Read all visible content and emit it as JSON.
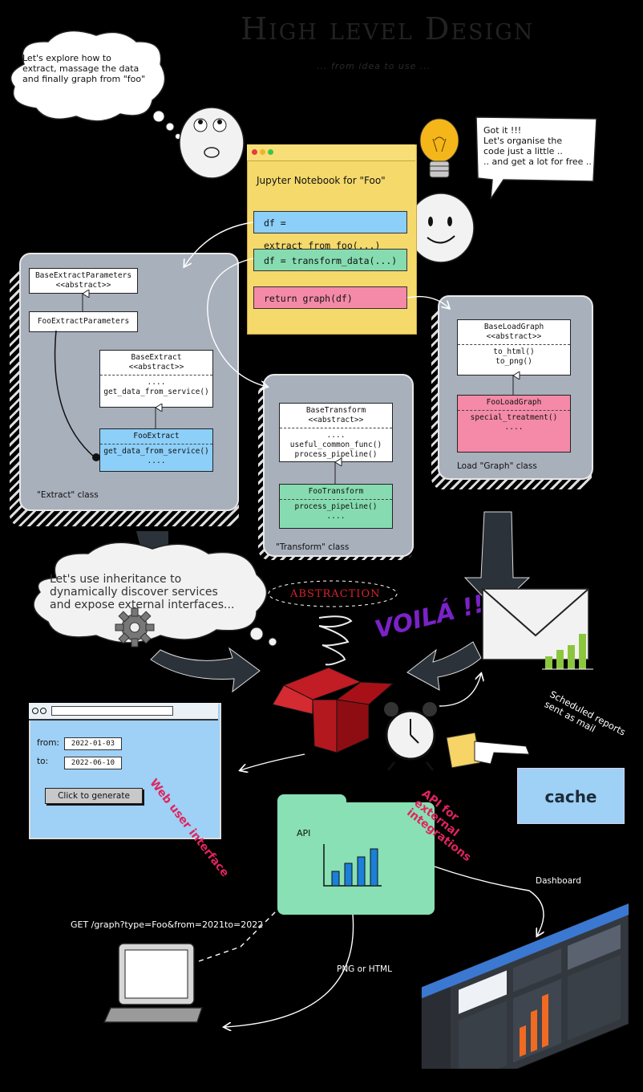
{
  "title": "High level Design",
  "subtitle": "... from idea to use ...",
  "intro_cloud": "Let's explore how to\nextract, massage the data\nand finally graph from \"foo\"",
  "organize_bubble": "Got it !!!\nLet's organise the\ncode just a little ..\n.. and get a lot for free ..",
  "notebook": {
    "title": "Jupyter Notebook for \"Foo\"",
    "cells": [
      {
        "text": "df = extract_from_foo(...)",
        "color": "#8ccff8"
      },
      {
        "text": "df = transform_data(...)",
        "color": "#86dcb0"
      },
      {
        "text": "return graph(df)",
        "color": "#f48aa7"
      }
    ]
  },
  "extract": {
    "base_params": "BaseExtractParameters",
    "base_params_stereo": "<<abstract>>",
    "foo_params": "FooExtractParameters",
    "base": "BaseExtract",
    "base_stereo": "<<abstract>>",
    "dots": "....",
    "base_method": "get_data_from_service()",
    "foo": "FooExtract",
    "foo_method": "get_data_from_service()",
    "caption": "\"Extract\" class"
  },
  "transform": {
    "base": "BaseTransform",
    "base_stereo": "<<abstract>>",
    "dots": "....",
    "m1": "useful_common_func()",
    "m2": "process_pipeline()",
    "foo": "FooTransform",
    "foo_method": "process_pipeline()",
    "caption": "\"Transform\" class"
  },
  "load": {
    "base": "BaseLoadGraph",
    "base_stereo": "<<abstract>>",
    "m1": "to_html()",
    "m2": "to_png()",
    "foo": "FooLoadGraph",
    "foo_method": "special_treatment()",
    "caption": "Load \"Graph\" class"
  },
  "inherit_cloud": "Let's use inheritance to\ndynamically discover services\nand expose external interfaces...",
  "abstraction": "ABSTRACTION",
  "voila": "VOILÁ !!!",
  "reports_label": "Scheduled reports\nsent as mail",
  "cache_label": "cache",
  "web": {
    "from_label": "from:",
    "from_value": "2022-01-03",
    "to_label": "to:",
    "to_value": "2022-06-10",
    "button": "Click to generate",
    "label": "Web user interface"
  },
  "api": {
    "folder_label": "API",
    "label": "API for\nexternal\nintegrations"
  },
  "dashboard_label": "Dashboard",
  "get_request": "GET /graph?type=Foo&from=2021to=2022",
  "png_html": "PNG or HTML",
  "colors": {
    "extract_blue": "#8ccff8",
    "transform_green": "#86dcb0",
    "load_pink": "#f48aa7",
    "notebook_yellow": "#f5d96b",
    "panel_grey": "#a8b0bc"
  }
}
